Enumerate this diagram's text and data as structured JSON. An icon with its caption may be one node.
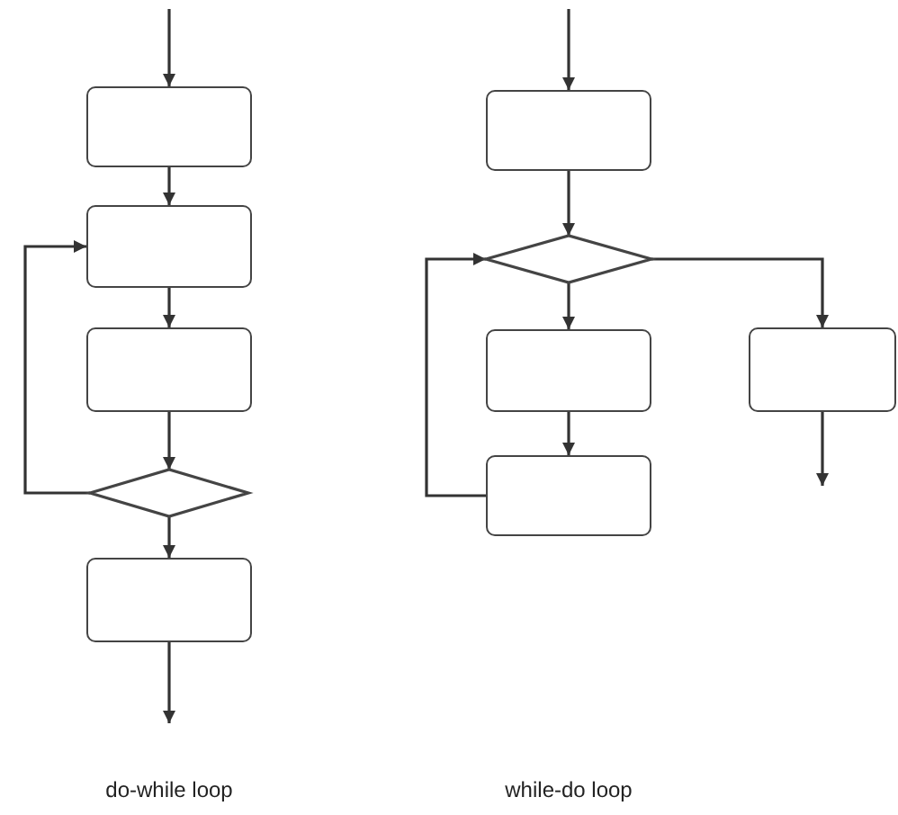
{
  "diagram": {
    "nodes": [
      {
        "text": [],
        "shape": "box"
      },
      {
        "text": [],
        "shape": "box"
      },
      {
        "text": [],
        "shape": "box"
      },
      {
        "text": [],
        "shape": "diamond"
      },
      {
        "text": [],
        "shape": "box"
      },
      {
        "text": [],
        "shape": "box"
      },
      {
        "text": [],
        "shape": "diamond"
      },
      {
        "text": [],
        "shape": "box"
      },
      {
        "text": [],
        "shape": "box"
      },
      {
        "text": [],
        "shape": "box"
      }
    ],
    "edges": [
      {
        "from": null,
        "to": 0,
        "arrow": "to"
      },
      {
        "from": 0,
        "to": 1,
        "arrow": "to"
      },
      {
        "from": 1,
        "to": 2,
        "arrow": "to"
      },
      {
        "from": 2,
        "to": 3,
        "arrow": "to"
      },
      {
        "from": 3,
        "to": 1,
        "arrow": "to"
      },
      {
        "from": 3,
        "to": 4,
        "arrow": "to"
      },
      {
        "from": 4,
        "to": null,
        "arrow": "to"
      },
      {
        "from": null,
        "to": 5,
        "arrow": "to"
      },
      {
        "from": 5,
        "to": 6,
        "arrow": "to"
      },
      {
        "from": 6,
        "to": 7,
        "arrow": "to"
      },
      {
        "from": 7,
        "to": 8,
        "arrow": "to"
      },
      {
        "from": 8,
        "to": 6,
        "arrow": "to"
      },
      {
        "from": 6,
        "to": 9,
        "arrow": "to"
      },
      {
        "from": 9,
        "to": null,
        "arrow": "to"
      }
    ],
    "labels": [
      "do-while loop",
      "while-do loop"
    ]
  }
}
